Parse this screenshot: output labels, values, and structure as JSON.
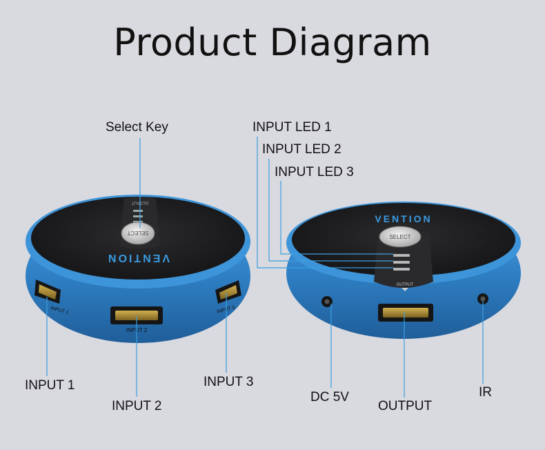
{
  "page": {
    "title": "Product Diagram"
  },
  "device": {
    "brand": "VENTION",
    "select_text": "SELECT",
    "output_text": "OUTPUT",
    "port_input1": "INPUT 1",
    "port_input2": "INPUT 2",
    "port_input3": "INPUT 3"
  },
  "callouts": {
    "select_key": "Select Key",
    "input_led_1": "INPUT LED 1",
    "input_led_2": "INPUT LED 2",
    "input_led_3": "INPUT LED 3",
    "input_1": "INPUT 1",
    "input_2": "INPUT 2",
    "input_3": "INPUT 3",
    "dc_5v": "DC 5V",
    "output": "OUTPUT",
    "ir": "IR"
  },
  "colors": {
    "background": "#d9d9e0",
    "device_blue": "#2f7fc4",
    "device_top": "#1f1f21",
    "callout_line": "#3aa0e0",
    "port_gold": "#a8892c"
  }
}
